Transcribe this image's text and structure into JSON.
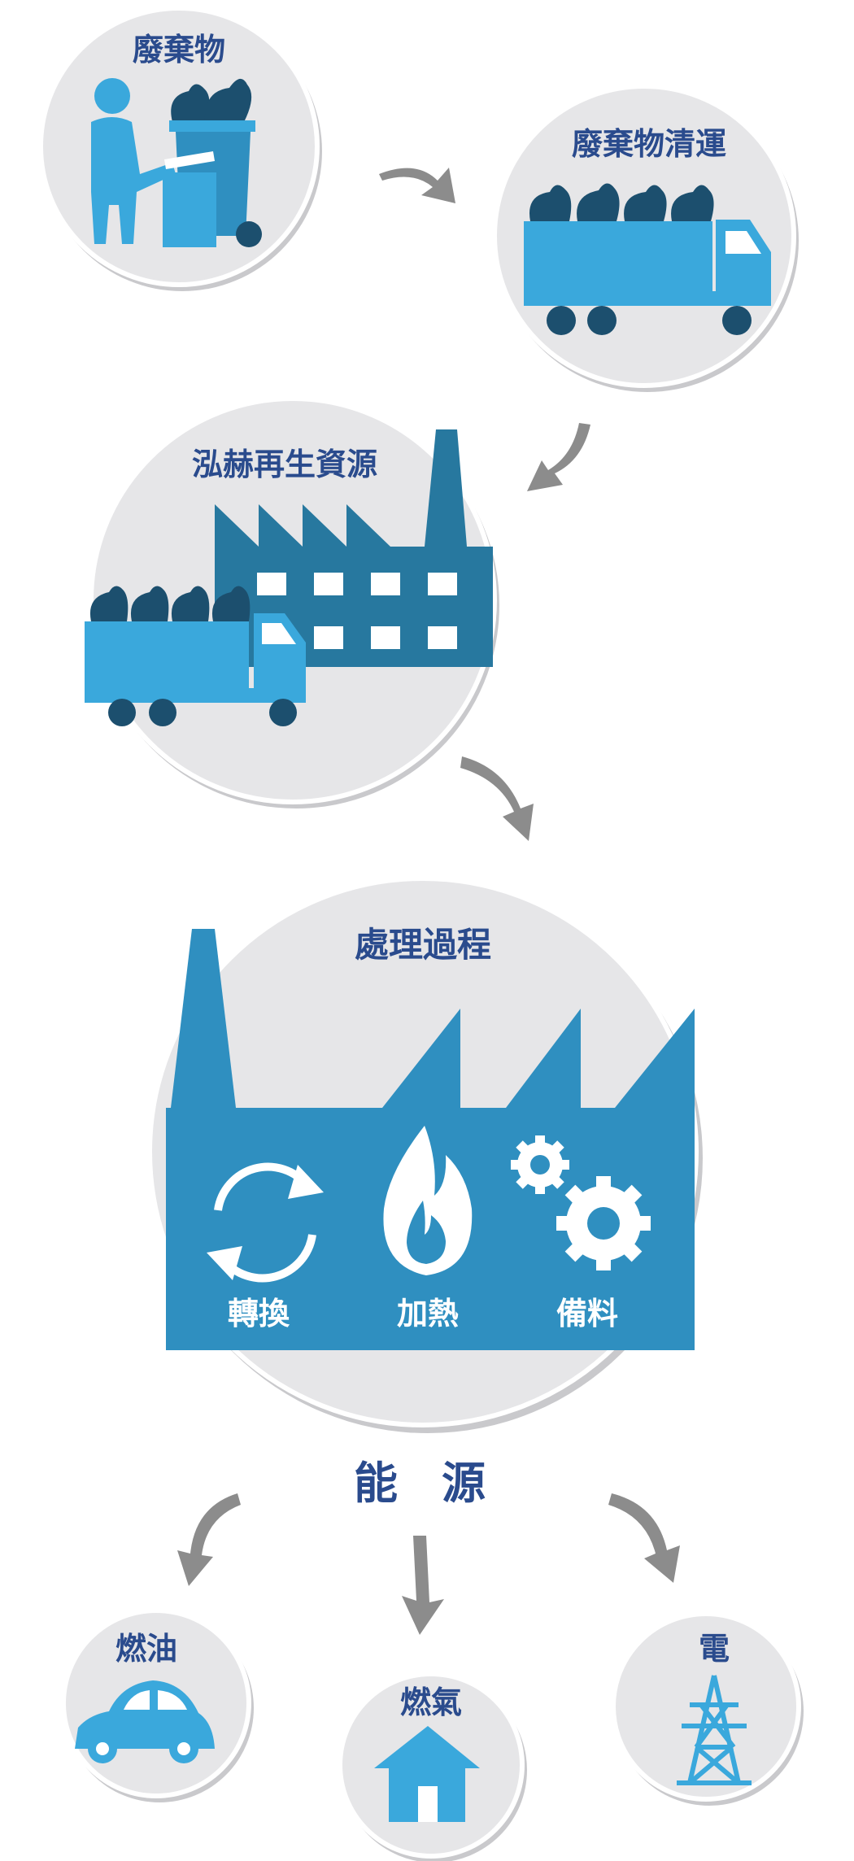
{
  "steps": [
    {
      "label": "廢棄物"
    },
    {
      "label": "廢棄物清運"
    },
    {
      "label": "泓赫再生資源"
    },
    {
      "label": "處理過程"
    }
  ],
  "process_items": [
    {
      "label": "轉換",
      "icon": "recycle-arrows-icon"
    },
    {
      "label": "加熱",
      "icon": "flame-icon"
    },
    {
      "label": "備料",
      "icon": "gears-icon"
    }
  ],
  "energy_title": "能　源",
  "outputs": [
    {
      "label": "燃油",
      "icon": "car-icon"
    },
    {
      "label": "燃氣",
      "icon": "house-icon"
    },
    {
      "label": "電",
      "icon": "power-tower-icon"
    }
  ],
  "colors": {
    "circle": "#e6e6e8",
    "label": "#2a4b8d",
    "blue_light": "#3aa8dc",
    "blue_mid": "#2f8fc0",
    "blue_dark": "#27789f",
    "arrow": "#8c8c8c"
  }
}
